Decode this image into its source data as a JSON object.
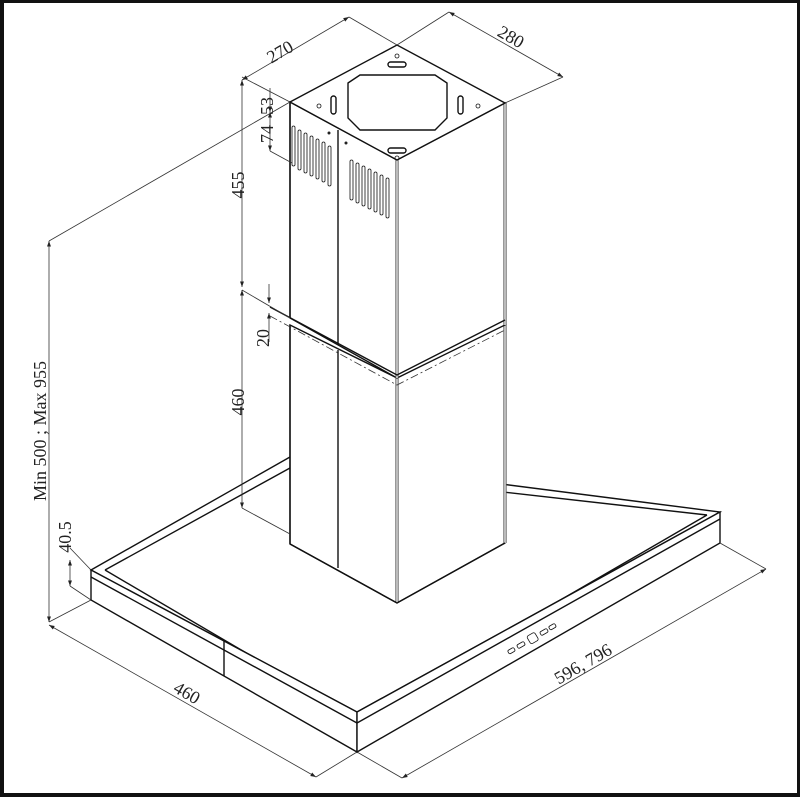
{
  "drawing": {
    "subject": "Island cooker hood technical drawing",
    "dimensions": {
      "chimney_depth": "270",
      "chimney_width": "280",
      "vent_top_offset": "53",
      "vent_height": "74",
      "upper_chimney_height": "455",
      "overlap": "20",
      "lower_chimney_height": "460",
      "total_height": "Min 500 ; Max 955",
      "canopy_height": "40.5",
      "canopy_depth": "460",
      "canopy_width": "596, 796"
    },
    "colors": {
      "line": "#111111",
      "background": "#ffffff",
      "frame": "#111111"
    }
  }
}
